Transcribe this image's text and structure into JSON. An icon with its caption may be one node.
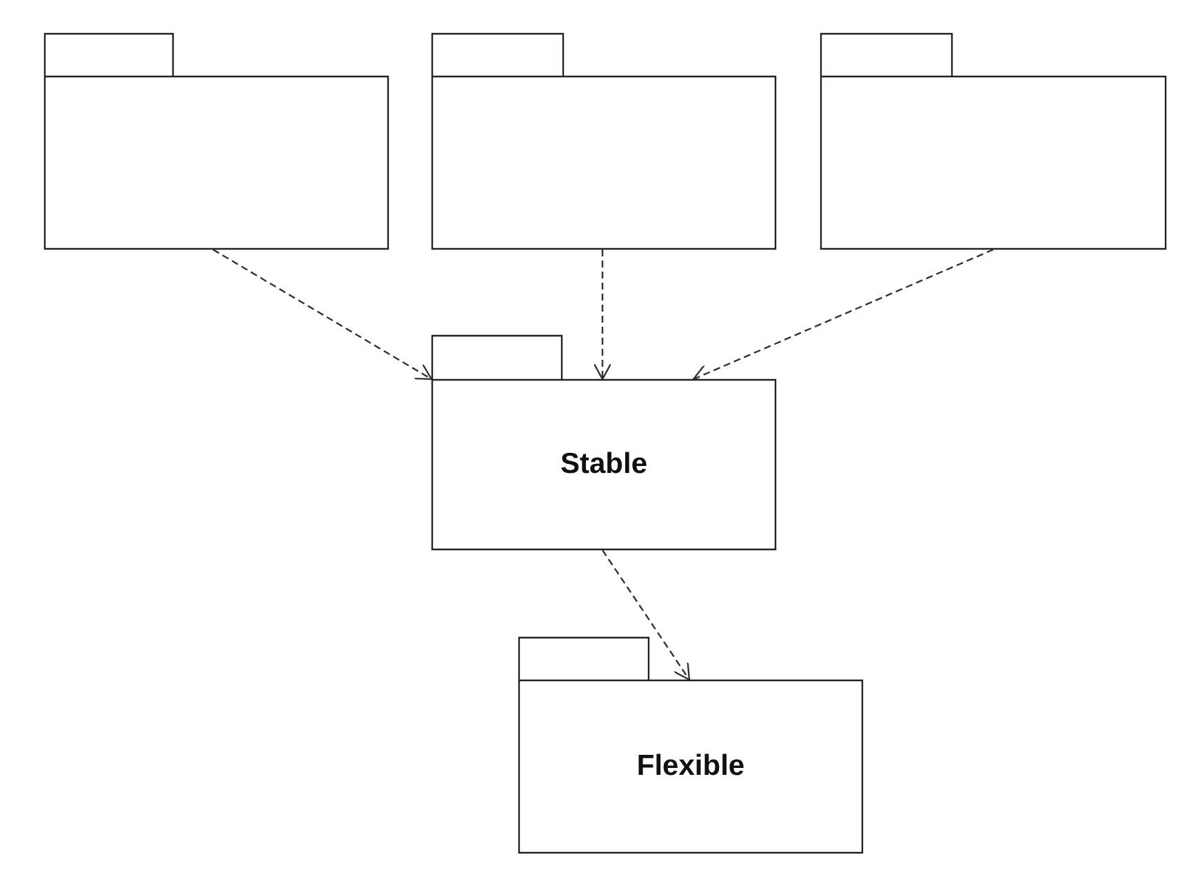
{
  "diagram": {
    "nodes": [
      {
        "text": [],
        "shape": "folder"
      },
      {
        "text": [],
        "shape": "folder"
      },
      {
        "text": [],
        "shape": "folder"
      },
      {
        "text": [
          "Stable"
        ]
      },
      {
        "text": [
          "Flexible"
        ]
      }
    ],
    "edges": [
      {
        "from": 0,
        "to": 3,
        "arrow": "to",
        "style": "dashed"
      },
      {
        "from": 1,
        "to": 3,
        "arrow": "to",
        "style": "dashed"
      },
      {
        "from": 2,
        "to": 3,
        "arrow": "to",
        "style": "dashed"
      },
      {
        "from": 3,
        "to": 4,
        "arrow": "to",
        "style": "dashed"
      }
    ]
  }
}
